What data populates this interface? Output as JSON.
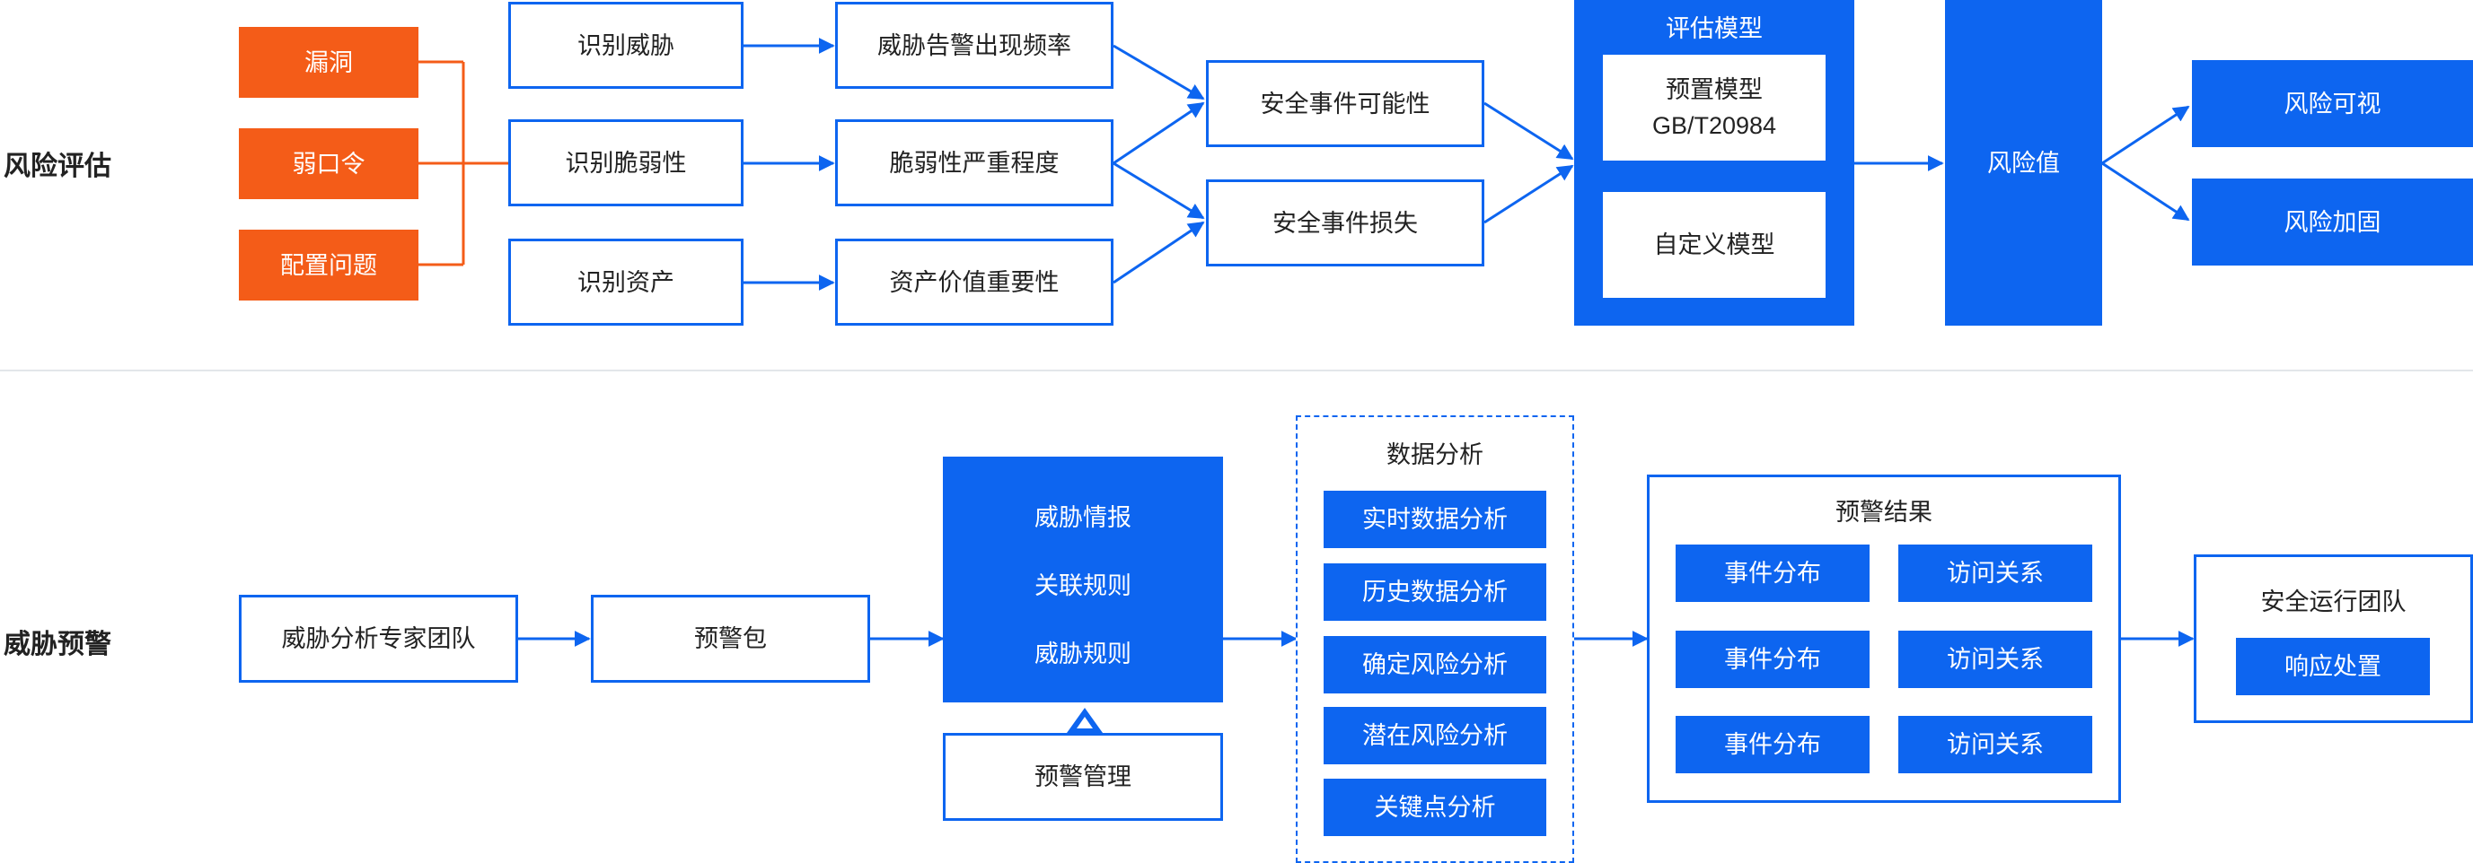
{
  "colors": {
    "primary": "#0d65f0",
    "accent_orange": "#f45c18",
    "text": "#222222",
    "divider": "#e3e6ea"
  },
  "risk": {
    "section_label": "风险评估",
    "sources": [
      "漏洞",
      "弱口令",
      "配置问题"
    ],
    "identify": [
      "识别威胁",
      "识别脆弱性",
      "识别资产"
    ],
    "factors": [
      "威胁告警出现频率",
      "脆弱性严重程度",
      "资产价值重要性"
    ],
    "events": [
      "安全事件可能性",
      "安全事件损失"
    ],
    "model": {
      "title": "评估模型",
      "preset_line1": "预置模型",
      "preset_line2": "GB/T20984",
      "custom": "自定义模型"
    },
    "value": "风险值",
    "outputs": [
      "风险可视",
      "风险加固"
    ]
  },
  "threat": {
    "section_label": "威胁预警",
    "team": "威胁分析专家团队",
    "package": "预警包",
    "intel": [
      "威胁情报",
      "关联规则",
      "威胁规则"
    ],
    "management": "预警管理",
    "analysis": {
      "title": "数据分析",
      "items": [
        "实时数据分析",
        "历史数据分析",
        "确定风险分析",
        "潜在风险分析",
        "关键点分析"
      ]
    },
    "result": {
      "title": "预警结果",
      "rows": [
        [
          "事件分布",
          "访问关系"
        ],
        [
          "事件分布",
          "访问关系"
        ],
        [
          "事件分布",
          "访问关系"
        ]
      ]
    },
    "ops": {
      "title": "安全运行团队",
      "action": "响应处置"
    }
  }
}
